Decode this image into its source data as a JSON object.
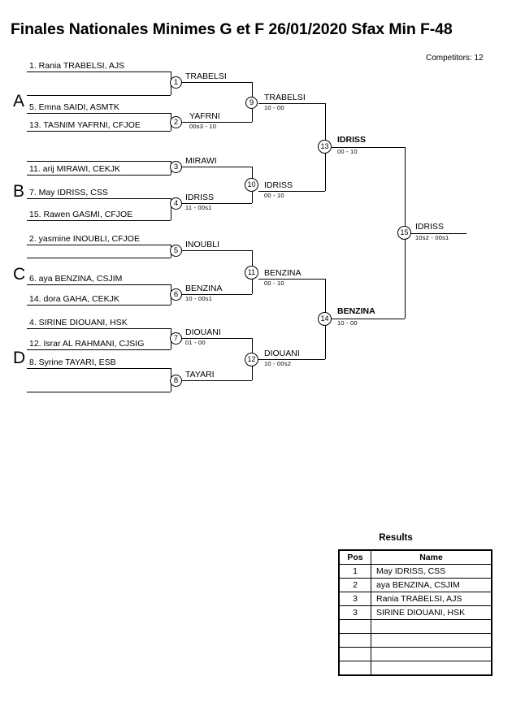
{
  "header": {
    "title": "Finales Nationales Minimes G et F  26/01/2020  Sfax   Min F-48",
    "competitors": "Competitors: 12"
  },
  "groups": [
    {
      "label": "A"
    },
    {
      "label": "B"
    },
    {
      "label": "C"
    },
    {
      "label": "D"
    }
  ],
  "entrants": [
    {
      "label": "1. Rania TRABELSI, AJS"
    },
    {
      "label": ""
    },
    {
      "label": "5. Emna SAIDI, ASMTK"
    },
    {
      "label": "13. TASNIM YAFRNI, CFJOE"
    },
    {
      "label": ""
    },
    {
      "label": "11. arij MIRAWI, CEKJK"
    },
    {
      "label": "7. May IDRISS, CSS"
    },
    {
      "label": "15. Rawen GASMI, CFJOE"
    },
    {
      "label": "2. yasmine INOUBLI, CFJOE"
    },
    {
      "label": ""
    },
    {
      "label": "6. aya BENZINA, CSJIM"
    },
    {
      "label": "14. dora GAHA, CEKJK"
    },
    {
      "label": "4. SIRINE DIOUANI, HSK"
    },
    {
      "label": "12. Israr AL RAHMANI, CJSIG"
    },
    {
      "label": "8. Syrine TAYARI, ESB"
    },
    {
      "label": ""
    }
  ],
  "matches": [
    {
      "number": "1",
      "winner": "TRABELSI",
      "score": "",
      "bold": false
    },
    {
      "number": "2",
      "winner": "YAFRNI",
      "score": "00s3 - 10",
      "bold": false
    },
    {
      "number": "3",
      "winner": "MIRAWI",
      "score": "",
      "bold": false
    },
    {
      "number": "4",
      "winner": "IDRISS",
      "score": "11 - 00s1",
      "bold": false
    },
    {
      "number": "5",
      "winner": "INOUBLI",
      "score": "",
      "bold": false
    },
    {
      "number": "6",
      "winner": "BENZINA",
      "score": "10 - 00s1",
      "bold": false
    },
    {
      "number": "7",
      "winner": "DIOUANI",
      "score": "01 - 00",
      "bold": false
    },
    {
      "number": "8",
      "winner": "TAYARI",
      "score": "",
      "bold": false
    },
    {
      "number": "9",
      "winner": "TRABELSI",
      "score": "10 - 00",
      "bold": false
    },
    {
      "number": "10",
      "winner": "IDRISS",
      "score": "00 - 10",
      "bold": false
    },
    {
      "number": "11",
      "winner": "BENZINA",
      "score": "00 - 10",
      "bold": false
    },
    {
      "number": "12",
      "winner": "DIOUANI",
      "score": "10 - 00s2",
      "bold": false
    },
    {
      "number": "13",
      "winner": "IDRISS",
      "score": "00 - 10",
      "bold": true
    },
    {
      "number": "14",
      "winner": "BENZINA",
      "score": "10 - 00",
      "bold": true
    },
    {
      "number": "15",
      "winner": "IDRISS",
      "score": "10s2 - 00s1",
      "bold": false
    }
  ],
  "results": {
    "title": "Results",
    "columns": [
      "Pos",
      "Name"
    ],
    "rows": [
      {
        "pos": "1",
        "name": "May IDRISS, CSS"
      },
      {
        "pos": "2",
        "name": "aya BENZINA, CSJIM"
      },
      {
        "pos": "3",
        "name": "Rania TRABELSI, AJS"
      },
      {
        "pos": "3",
        "name": "SIRINE DIOUANI, HSK"
      },
      {
        "pos": "",
        "name": ""
      },
      {
        "pos": "",
        "name": ""
      },
      {
        "pos": "",
        "name": ""
      },
      {
        "pos": "",
        "name": ""
      }
    ]
  }
}
